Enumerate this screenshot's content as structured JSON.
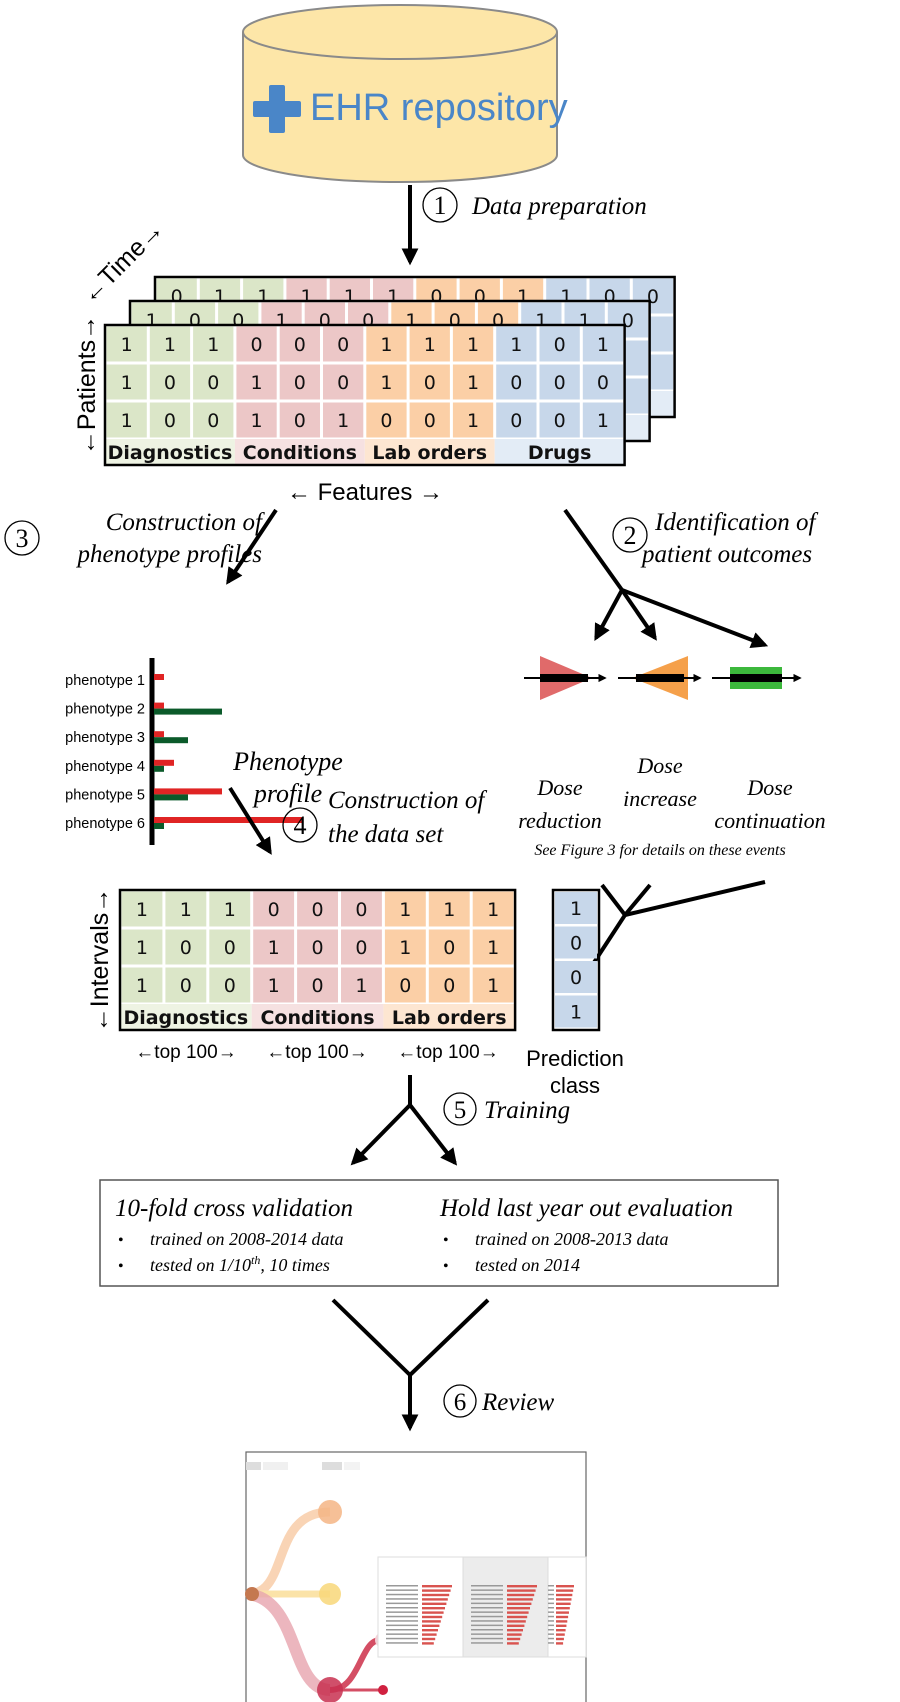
{
  "repository": {
    "label": "EHR repository",
    "icon": "medical-cross-icon",
    "fill": "#fde6a8",
    "text_color": "#4a86c8"
  },
  "steps": {
    "s1": {
      "num": "1",
      "label": "Data preparation"
    },
    "s2": {
      "num": "2",
      "line1": "Identification of",
      "line2": "patient outcomes"
    },
    "s3": {
      "num": "3",
      "line1": "Construction of",
      "line2": "phenotype profiles"
    },
    "s4": {
      "num": "4",
      "line1": "Construction of",
      "line2": "the data set"
    },
    "s5": {
      "num": "5",
      "label": "Training"
    },
    "s6": {
      "num": "6",
      "label": "Review"
    }
  },
  "colors": {
    "diagnostics": "#dbe6c8",
    "conditions": "#ecc7c7",
    "lab_orders": "#fbcfa6",
    "drugs": "#c7d7ea",
    "diagnostics_light": "#eef3e3",
    "conditions_light": "#f6e1e1",
    "lab_orders_light": "#fde6d1",
    "drugs_light": "#e3ecf6"
  },
  "tensor": {
    "axis_time": "←Time→",
    "axis_patients": "←Patients→",
    "axis_features": "← Features →",
    "groups": [
      "Diagnostics",
      "Conditions",
      "Lab orders",
      "Drugs"
    ],
    "front_rows": [
      [
        "1",
        "1",
        "1",
        "0",
        "0",
        "0",
        "1",
        "1",
        "1",
        "1",
        "0",
        "1"
      ],
      [
        "1",
        "0",
        "0",
        "1",
        "0",
        "0",
        "1",
        "0",
        "1",
        "0",
        "0",
        "0"
      ],
      [
        "1",
        "0",
        "0",
        "1",
        "0",
        "1",
        "0",
        "0",
        "1",
        "0",
        "0",
        "1"
      ]
    ],
    "middle_top_row": [
      "1",
      "0",
      "0",
      "1",
      "0",
      "0",
      "1",
      "0",
      "0",
      "1",
      "1",
      "0"
    ],
    "back_top_row": [
      "0",
      "1",
      "1",
      "1",
      "1",
      "1",
      "0",
      "0",
      "1",
      "1",
      "0",
      "0"
    ]
  },
  "phenotype_profile": {
    "title_line1": "Phenotype",
    "title_line2": "profile",
    "labels": [
      "phenotype 1",
      "phenotype 2",
      "phenotype 3",
      "phenotype 4",
      "phenotype 5",
      "phenotype 6"
    ],
    "red_values": [
      1,
      1,
      1,
      2,
      6.8,
      14.8
    ],
    "green_values": [
      0,
      6.8,
      3.4,
      1,
      3.4,
      1
    ],
    "red_color": "#e02424",
    "green_color": "#0b5a2a"
  },
  "outcomes": {
    "events": [
      {
        "line1": "Dose",
        "line2": "reduction",
        "color": "#e06a6a"
      },
      {
        "line1": "Dose",
        "line2": "increase",
        "color": "#f5a04a"
      },
      {
        "line1": "Dose",
        "line2": "continuation",
        "color": "#3cb83c"
      }
    ],
    "note": "See Figure 3 for details on these events"
  },
  "dataset": {
    "axis_intervals": "←Intervals→",
    "groups": [
      "Diagnostics",
      "Conditions",
      "Lab orders"
    ],
    "group_sizes": [
      "←top 100→",
      "←top 100→",
      "←top 100→"
    ],
    "rows": [
      [
        "1",
        "1",
        "1",
        "0",
        "0",
        "0",
        "1",
        "1",
        "1"
      ],
      [
        "1",
        "0",
        "0",
        "1",
        "0",
        "0",
        "1",
        "0",
        "1"
      ],
      [
        "1",
        "0",
        "0",
        "1",
        "0",
        "1",
        "0",
        "0",
        "1"
      ]
    ],
    "prediction_class": {
      "line1": "Prediction",
      "line2": "class",
      "values": [
        "1",
        "0",
        "0",
        "1"
      ]
    }
  },
  "evaluation": {
    "left": {
      "title": "10-fold cross validation",
      "bullets": [
        "trained on 2008-2014 data",
        "tested on 1/10",
        "th",
        ", 10 times"
      ]
    },
    "right": {
      "title": "Hold last year out evaluation",
      "bullets": [
        "trained on 2008-2013 data",
        "tested on 2014"
      ]
    }
  },
  "review_screenshot": {
    "description_icon": "review-dashboard-thumbnail"
  }
}
